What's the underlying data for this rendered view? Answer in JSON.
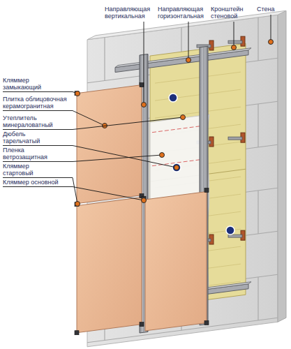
{
  "diagram": {
    "labels": [
      "Направляющая вертикальная",
      "Направляющая горизонтальная",
      "Кронштейн стеновой",
      "Стена",
      "Кляммер замыкающий",
      "Плитка облицовочная керамогранитная",
      "Утеплитель минераловатный",
      "Дюбель тарельчатый",
      "Пленка ветрозащитная",
      "Кляммер стартовый",
      "Кляммер основной"
    ]
  }
}
